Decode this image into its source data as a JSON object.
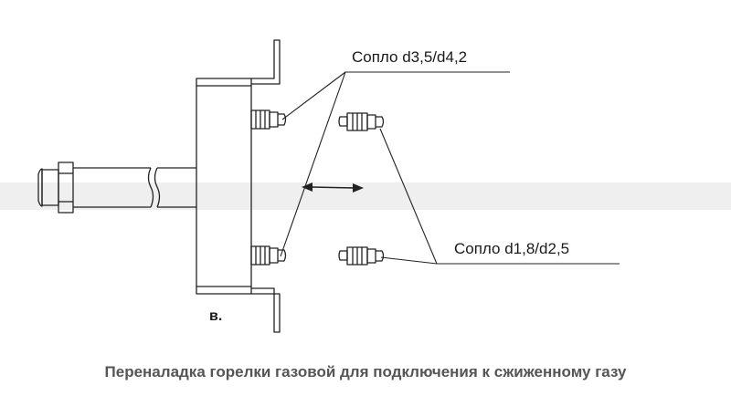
{
  "labels": {
    "nozzle_large": "Сопло d3,5/d4,2",
    "nozzle_small": "Сопло d1,8/d2,5",
    "view": "в."
  },
  "caption": "Переналадка горелки газовой для подключения к сжиженному газу",
  "colors": {
    "line": "#222222",
    "caption": "#555555",
    "band": "#e8e8e8"
  }
}
